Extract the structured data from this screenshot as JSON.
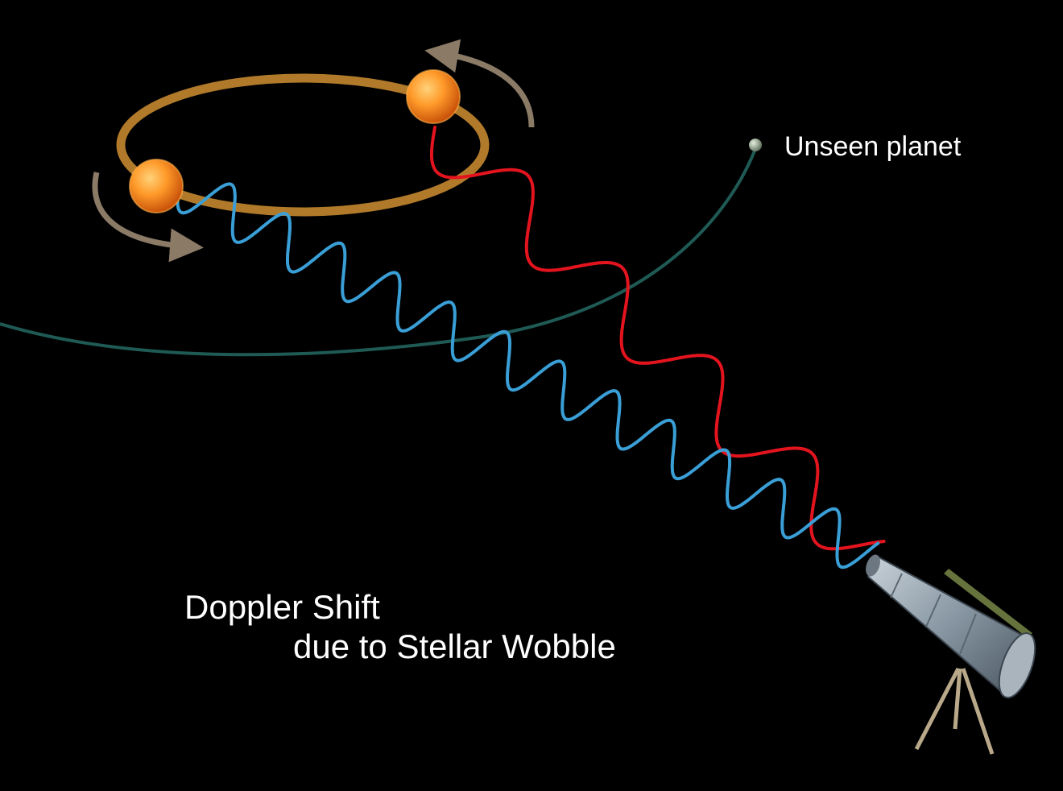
{
  "labels": {
    "planet": "Unseen planet",
    "title_line1": "Doppler Shift",
    "title_line2": "due to Stellar Wobble"
  },
  "colors": {
    "background": "#000000",
    "star_orbit": "#b07a2a",
    "planet_orbit": "#1f5a55",
    "redshift_wave": "#e3141e",
    "blueshift_wave": "#3a9fd6",
    "motion_arrow": "#8a7a66",
    "star": "#ff8a1a",
    "planet": "#9fae9c",
    "telescope": "#8e9ba6"
  },
  "icons": {
    "star": "sun-sphere",
    "planet": "small-planet-dot",
    "telescope": "telescope-on-tripod"
  }
}
